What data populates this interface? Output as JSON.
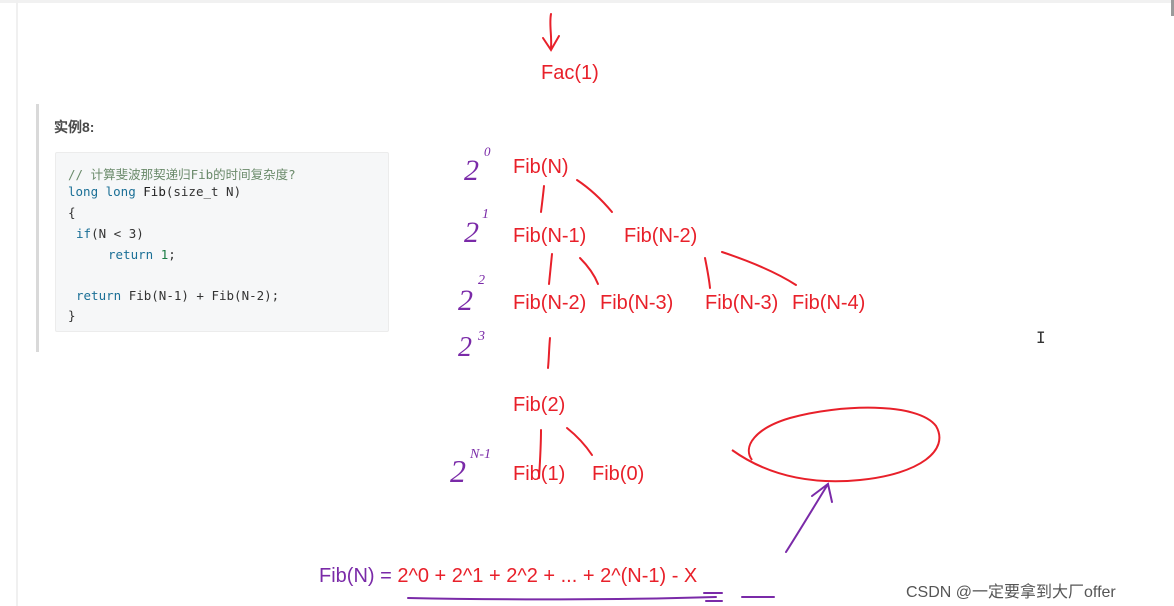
{
  "example": {
    "title": "实例8:",
    "code": {
      "comment": "// 计算斐波那契递归Fib的时间复杂度?",
      "sig_type": "long long ",
      "sig_name": "Fib",
      "sig_params": "(size_t N)",
      "open_brace": "{",
      "if_kw": "if",
      "if_cond": "(N < 3)",
      "return_kw": "return ",
      "return_val": "1",
      "return_end": ";",
      "return2_kw": "return ",
      "return2_expr": "Fib(N-1) + Fib(N-2);",
      "close_brace": "}"
    }
  },
  "tree": {
    "fac": "Fac(1)",
    "level0": [
      "Fib(N)"
    ],
    "level1": [
      "Fib(N-1)",
      "Fib(N-2)"
    ],
    "level2": [
      "Fib(N-2)",
      "Fib(N-3)",
      "Fib(N-3)",
      "Fib(N-4)"
    ],
    "leaf_parent": "Fib(2)",
    "leaves": [
      "Fib(1)",
      "Fib(0)"
    ]
  },
  "formula": {
    "lhs": "Fib(N) = ",
    "rhs": "2^0 + 2^1 + 2^2 + ... + 2^(N-1) - X"
  },
  "powers": [
    "0",
    "1",
    "2",
    "3",
    "N-1"
  ],
  "watermark": "CSDN @一定要拿到大厂offer",
  "colors": {
    "red": "#e8202a",
    "purple": "#7a2aa8"
  }
}
